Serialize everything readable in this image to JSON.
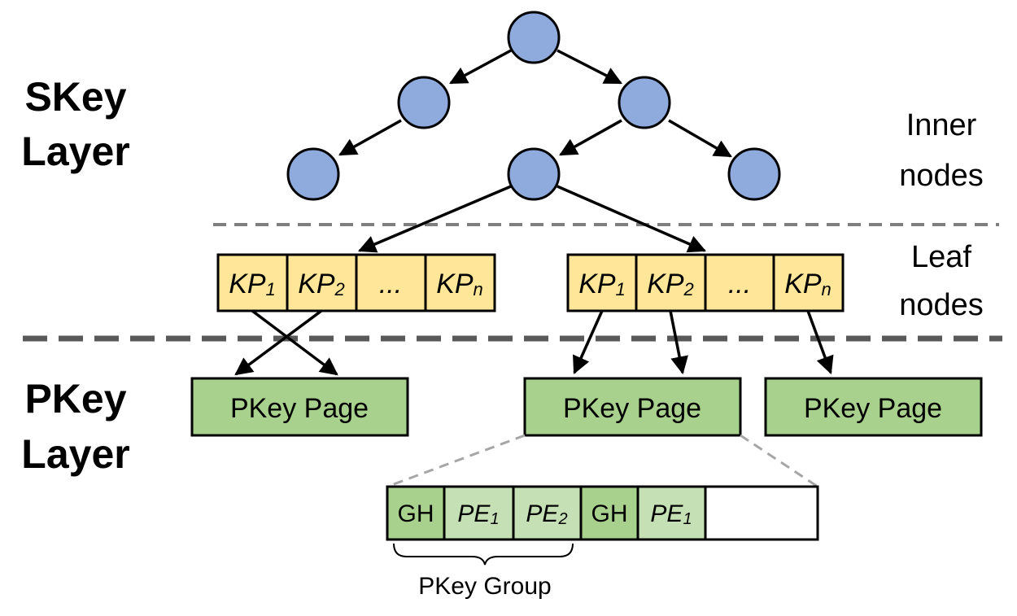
{
  "layers": {
    "skey_line1": "SKey",
    "skey_line2": "Layer",
    "pkey_line1": "PKey",
    "pkey_line2": "Layer"
  },
  "annotations": {
    "inner_line1": "Inner",
    "inner_line2": "nodes",
    "leaf_line1": "Leaf",
    "leaf_line2": "nodes"
  },
  "leaf_cells": {
    "kp": "KP",
    "sub1": "1",
    "sub2": "2",
    "subn": "n",
    "ellipsis": "..."
  },
  "pages": {
    "label": "PKey Page"
  },
  "page_detail": {
    "gh": "GH",
    "pe": "PE",
    "sub1": "1",
    "sub2": "2"
  },
  "group": {
    "label": "PKey Group"
  },
  "colors": {
    "node_fill": "#8faadc",
    "leaf_fill": "#ffe699",
    "page_fill": "#a9d18e",
    "pe_fill": "#c5e0b4"
  }
}
